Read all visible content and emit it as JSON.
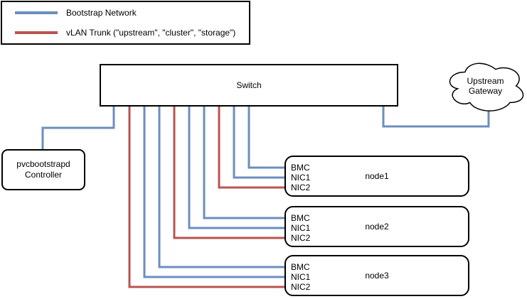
{
  "colors": {
    "bootstrap_network": "#6c8ebf",
    "vlan_trunk": "#b85450",
    "shape_border": "#000000"
  },
  "legend": {
    "items": [
      {
        "label": "Bootstrap Network"
      },
      {
        "label": "vLAN Trunk (\"upstream\", \"cluster\", \"storage\")"
      }
    ]
  },
  "nodes": {
    "switch": {
      "label": "Switch"
    },
    "upstream_gateway": {
      "label_line1": "Upstream",
      "label_line2": "Gateway"
    },
    "controller": {
      "label_line1": "pvcbootstrapd",
      "label_line2": "Controller"
    },
    "servers": [
      {
        "name": "node1",
        "ports": [
          "BMC",
          "NIC1",
          "NIC2"
        ]
      },
      {
        "name": "node2",
        "ports": [
          "BMC",
          "NIC1",
          "NIC2"
        ]
      },
      {
        "name": "node3",
        "ports": [
          "BMC",
          "NIC1",
          "NIC2"
        ]
      }
    ]
  }
}
